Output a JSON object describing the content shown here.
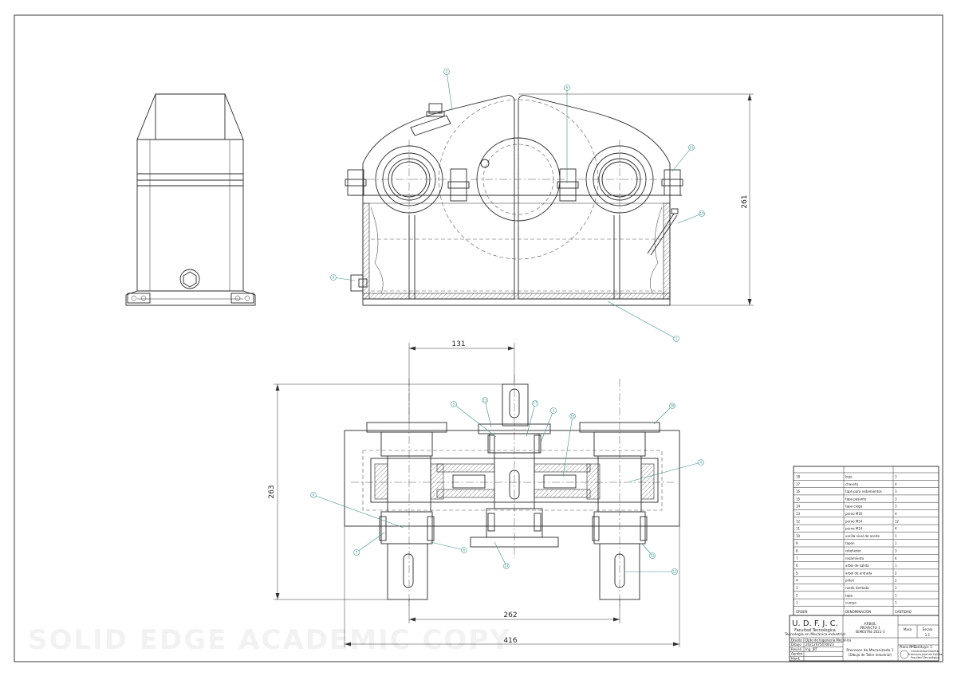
{
  "watermark": "SOLID EDGE ACADEMIC COPY",
  "dimensions": {
    "front_height": "261",
    "top_shaft_width": "131",
    "top_height": "263",
    "top_center_distance": "262",
    "top_overall_width": "416"
  },
  "colors": {
    "line": "#2a2a2a",
    "leader": "#3a8f8f",
    "background": "#ffffff"
  },
  "bom": {
    "headers": {
      "order": "ORDEN",
      "name": "DENOMINACIÓN",
      "qty": "CANTIDAD"
    },
    "rows": [
      {
        "n": "18",
        "name": "buje",
        "qty": "3"
      },
      {
        "n": "17",
        "name": "chaveta",
        "qty": "4"
      },
      {
        "n": "16",
        "name": "tapa para rodamientos",
        "qty": "3"
      },
      {
        "n": "15",
        "name": "tapa pasante",
        "qty": "3"
      },
      {
        "n": "14",
        "name": "tapa ciega",
        "qty": "3"
      },
      {
        "n": "13",
        "name": "perno M16",
        "qty": "4"
      },
      {
        "n": "12",
        "name": "perno M14",
        "qty": "12"
      },
      {
        "n": "11",
        "name": "perno M14",
        "qty": "4"
      },
      {
        "n": "10",
        "name": "varilla nivel de aceite",
        "qty": "1"
      },
      {
        "n": "9",
        "name": "tapon",
        "qty": "1"
      },
      {
        "n": "8",
        "name": "reteñedor",
        "qty": "3"
      },
      {
        "n": "7",
        "name": "rodamiento",
        "qty": "6"
      },
      {
        "n": "6",
        "name": "arbol de salida",
        "qty": "1"
      },
      {
        "n": "5",
        "name": "arbol de entrada",
        "qty": "2"
      },
      {
        "n": "4",
        "name": "piñon",
        "qty": "2"
      },
      {
        "n": "3",
        "name": "rueda dentada",
        "qty": "1"
      },
      {
        "n": "2",
        "name": "tapa",
        "qty": "1"
      },
      {
        "n": "1",
        "name": "cuerpo",
        "qty": "1"
      }
    ]
  },
  "title_block": {
    "university": "U. D. F. J. C.",
    "faculty": "Facultad Tecnológica",
    "program": "Tecnología en Mecánica Industrial",
    "part_title": "ARBOL",
    "project": "PROYECTO 1",
    "semester": "SEMESTRE 2021-3",
    "masa_label": "Masa",
    "escala_label": "Escala",
    "scale": "1:1",
    "course": "Procesos de Mecanizado 1",
    "course_sub": "(Dibujo de Taller Industrial)",
    "plano_label": "Plano Nº 1",
    "sustituye": "Sustituye: 1",
    "inst1": "Universidad Distrital",
    "inst2": "Francisco José de Caldas",
    "inst3": "Facultad Tecnológica",
    "rows": [
      {
        "k": "Diseño",
        "v": "Dpto de Ingeniería Mecánica"
      },
      {
        "k": "Dibujo",
        "v": "20212675470023"
      },
      {
        "k": "Revisó",
        "v": "Ing. JRT"
      },
      {
        "k": "Aprobó",
        "v": ""
      },
      {
        "k": "Ident.",
        "v": ""
      }
    ]
  },
  "balloons": {
    "front": [
      "2",
      "6",
      "12",
      "10",
      "9",
      "1"
    ],
    "top": [
      "5",
      "13",
      "17",
      "3",
      "16",
      "18",
      "4",
      "8",
      "7",
      "6",
      "14",
      "15",
      "11"
    ]
  }
}
